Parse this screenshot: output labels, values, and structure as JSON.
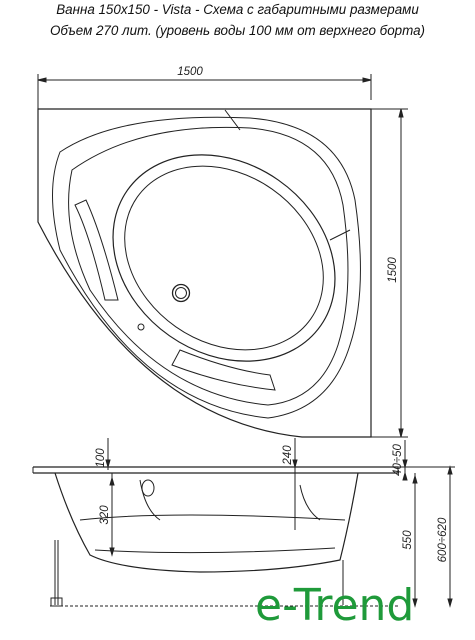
{
  "header": {
    "title": "Ванна 150x150 - Vista - Схема с габаритными размерами",
    "subtitle": "Объем 270 лит. (уровень воды 100 мм от верхнего борта)"
  },
  "dimensions": {
    "width": "1500",
    "depth": "1500",
    "rim_height": "100",
    "seat_offset": "240",
    "rim_thickness": "40÷50",
    "inner_depth": "320",
    "tub_height": "550",
    "total_height": "600÷620"
  },
  "brand": {
    "logo_text": "e-Trend",
    "color": "#1f9a3a"
  }
}
